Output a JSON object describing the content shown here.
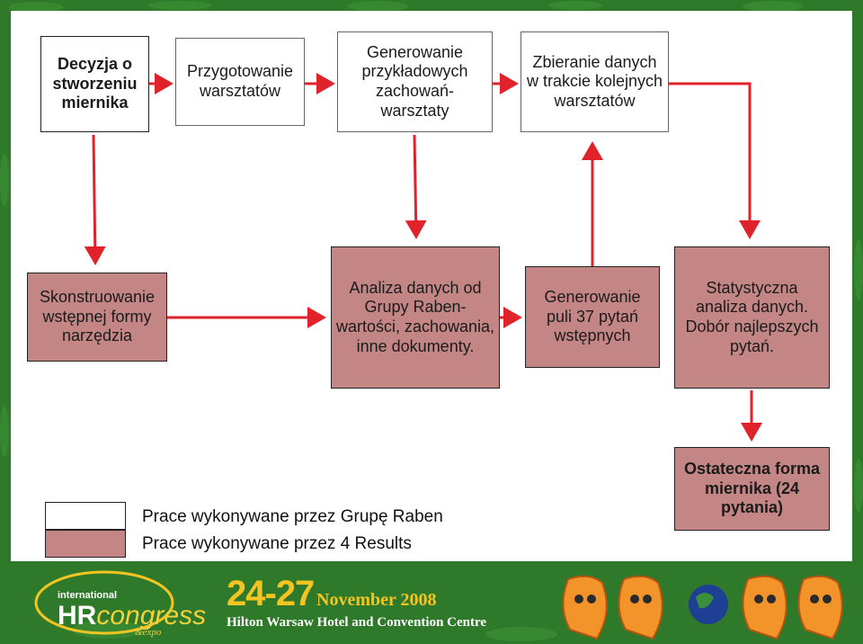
{
  "boxes": {
    "decision": "Decyzja o stworzeniu miernika",
    "preparation": "Przygotowanie warsztatów",
    "generate_examples": "Generowanie przykładowych zachowań- warsztaty",
    "collect_data": "Zbieranie danych w trakcie kolejnych warsztatów",
    "construct_tool": "Skonstruowanie wstępnej formy narzędzia",
    "analysis": "Analiza danych od Grupy Raben- wartości, zachowania, inne dokumenty.",
    "generate_pool": "Generowanie puli 37 pytań wstępnych",
    "statistics": "Statystyczna analiza danych. Dobór najlepszych pytań.",
    "final_form": "Ostateczna forma miernika (24 pytania)"
  },
  "legend": {
    "white_label": "Prace wykonywane przez Grupę Raben",
    "pink_label": "Prace wykonywane przez 4 Results"
  },
  "footer": {
    "logo_international": "international",
    "logo_hr": "HR",
    "logo_congress": "congress",
    "logo_expo": "&expo",
    "dates": "24-27",
    "month": "November 2008",
    "venue": "Hilton Warsaw Hotel and Convention Centre"
  },
  "colors": {
    "pink_fill": "#c48585",
    "arrow_red": "#e0222b",
    "green_bg": "#2e7a2a",
    "yellow": "#f4c522"
  }
}
